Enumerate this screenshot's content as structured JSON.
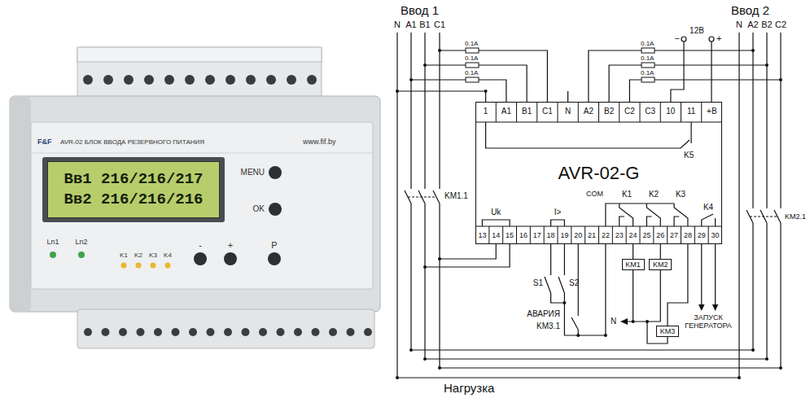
{
  "diagram": {
    "nodes": [
      {
        "text": [
          "Вв1 216/216/217",
          "Вв2 216/216/216"
        ]
      },
      {
        "text": [
          "AVR-02-G"
        ]
      },
      {
        "text": [
          "KM1"
        ]
      },
      {
        "text": [
          "KM2"
        ]
      },
      {
        "text": [
          "KM3"
        ]
      }
    ],
    "edges": [
      {
        "from": 1,
        "to": 2,
        "arrow": "none"
      },
      {
        "from": 1,
        "to": 3,
        "arrow": "none"
      },
      {
        "from": 1,
        "to": 4,
        "arrow": "none"
      }
    ],
    "labels": [
      "F&F",
      "AVR-02 БЛОК ВВОДА РЕЗЕРВНОГО ПИТАНИЯ",
      "www.fif.by",
      "MENU",
      "OK",
      "Ln1",
      "Ln2",
      "K1",
      "K2",
      "K3",
      "K4",
      "-",
      "+",
      "P",
      "Ввод 1",
      "N",
      "A1",
      "B1",
      "C1",
      "Ввод 2",
      "N",
      "A2",
      "B2",
      "C2",
      "−",
      "12В",
      "+",
      "0.1A",
      "0.1A",
      "0.1A",
      "0.1A",
      "0.1A",
      "0.1A",
      "1",
      "A1",
      "B1",
      "C1",
      "N",
      "A2",
      "B2",
      "C2",
      "C3",
      "10",
      "11",
      "+B",
      "K5",
      "KM1.1",
      "KM2.1",
      "Uk",
      "I>",
      "COM",
      "K1",
      "K2",
      "K3",
      "K4",
      "13",
      "14",
      "15",
      "16",
      "17",
      "18",
      "19",
      "20",
      "21",
      "22",
      "23",
      "24",
      "25",
      "26",
      "27",
      "28",
      "29",
      "30",
      "S1",
      "S2",
      "АВАРИЯ",
      "KM3.1",
      "N",
      "ЗАПУСК ГЕНЕРАТОРА",
      "Нагрузка"
    ]
  }
}
